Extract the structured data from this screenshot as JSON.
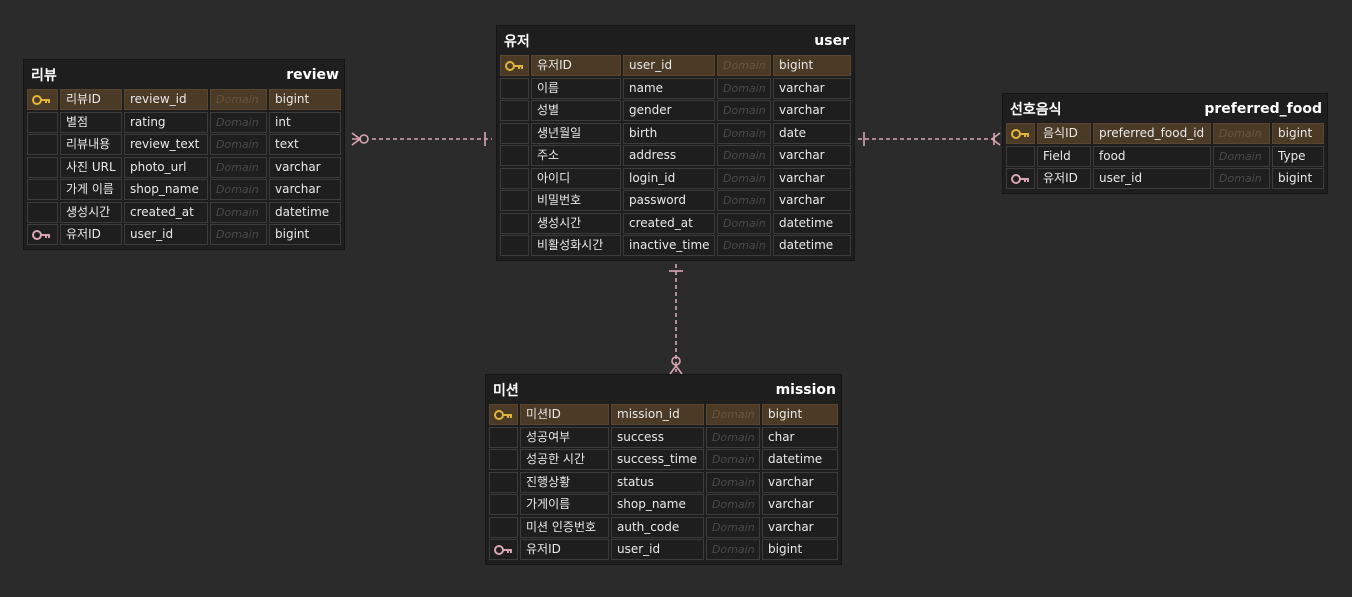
{
  "colors": {
    "background": "#2b2b2b",
    "entity_bg": "#1e1e1e",
    "pk_row": "#4b3a26",
    "relationship": "#d9a5b3",
    "pk_icon": "#e0b53a",
    "fk_icon": "#d9a5b3"
  },
  "entities": {
    "review": {
      "label": "리뷰",
      "table": "review",
      "columns": [
        {
          "label": "리뷰ID",
          "name": "review_id",
          "domain": "Domain",
          "type": "bigint",
          "key": "pk"
        },
        {
          "label": "별점",
          "name": "rating",
          "domain": "Domain",
          "type": "int",
          "key": ""
        },
        {
          "label": "리뷰내용",
          "name": "review_text",
          "domain": "Domain",
          "type": "text",
          "key": ""
        },
        {
          "label": "사진 URL",
          "name": "photo_url",
          "domain": "Domain",
          "type": "varchar",
          "key": ""
        },
        {
          "label": "가게 이름",
          "name": "shop_name",
          "domain": "Domain",
          "type": "varchar",
          "key": ""
        },
        {
          "label": "생성시간",
          "name": "created_at",
          "domain": "Domain",
          "type": "datetime",
          "key": ""
        },
        {
          "label": "유저ID",
          "name": "user_id",
          "domain": "Domain",
          "type": "bigint",
          "key": "fk"
        }
      ]
    },
    "user": {
      "label": "유저",
      "table": "user",
      "columns": [
        {
          "label": "유저ID",
          "name": "user_id",
          "domain": "Domain",
          "type": "bigint",
          "key": "pk"
        },
        {
          "label": "이름",
          "name": "name",
          "domain": "Domain",
          "type": "varchar",
          "key": ""
        },
        {
          "label": "성별",
          "name": "gender",
          "domain": "Domain",
          "type": "varchar",
          "key": ""
        },
        {
          "label": "생년월일",
          "name": "birth",
          "domain": "Domain",
          "type": "date",
          "key": ""
        },
        {
          "label": "주소",
          "name": "address",
          "domain": "Domain",
          "type": "varchar",
          "key": ""
        },
        {
          "label": "아이디",
          "name": "login_id",
          "domain": "Domain",
          "type": "varchar",
          "key": ""
        },
        {
          "label": "비밀번호",
          "name": "password",
          "domain": "Domain",
          "type": "varchar",
          "key": ""
        },
        {
          "label": "생성시간",
          "name": "created_at",
          "domain": "Domain",
          "type": "datetime",
          "key": ""
        },
        {
          "label": "비활성화시간",
          "name": "inactive_time",
          "domain": "Domain",
          "type": "datetime",
          "key": ""
        }
      ]
    },
    "preferred_food": {
      "label": "선호음식",
      "table": "preferred_food",
      "columns": [
        {
          "label": "음식ID",
          "name": "preferred_food_id",
          "domain": "Domain",
          "type": "bigint",
          "key": "pk"
        },
        {
          "label": "Field",
          "name": "food",
          "domain": "Domain",
          "type": "Type",
          "key": ""
        },
        {
          "label": "유저ID",
          "name": "user_id",
          "domain": "Domain",
          "type": "bigint",
          "key": "fk"
        }
      ]
    },
    "mission": {
      "label": "미션",
      "table": "mission",
      "columns": [
        {
          "label": "미션ID",
          "name": "mission_id",
          "domain": "Domain",
          "type": "bigint",
          "key": "pk"
        },
        {
          "label": "성공여부",
          "name": "success",
          "domain": "Domain",
          "type": "char",
          "key": ""
        },
        {
          "label": "성공한 시간",
          "name": "success_time",
          "domain": "Domain",
          "type": "datetime",
          "key": ""
        },
        {
          "label": "진행상황",
          "name": "status",
          "domain": "Domain",
          "type": "varchar",
          "key": ""
        },
        {
          "label": "가게이름",
          "name": "shop_name",
          "domain": "Domain",
          "type": "varchar",
          "key": ""
        },
        {
          "label": "미션 인증번호",
          "name": "auth_code",
          "domain": "Domain",
          "type": "varchar",
          "key": ""
        },
        {
          "label": "유저ID",
          "name": "user_id",
          "domain": "Domain",
          "type": "bigint",
          "key": "fk"
        }
      ]
    }
  }
}
